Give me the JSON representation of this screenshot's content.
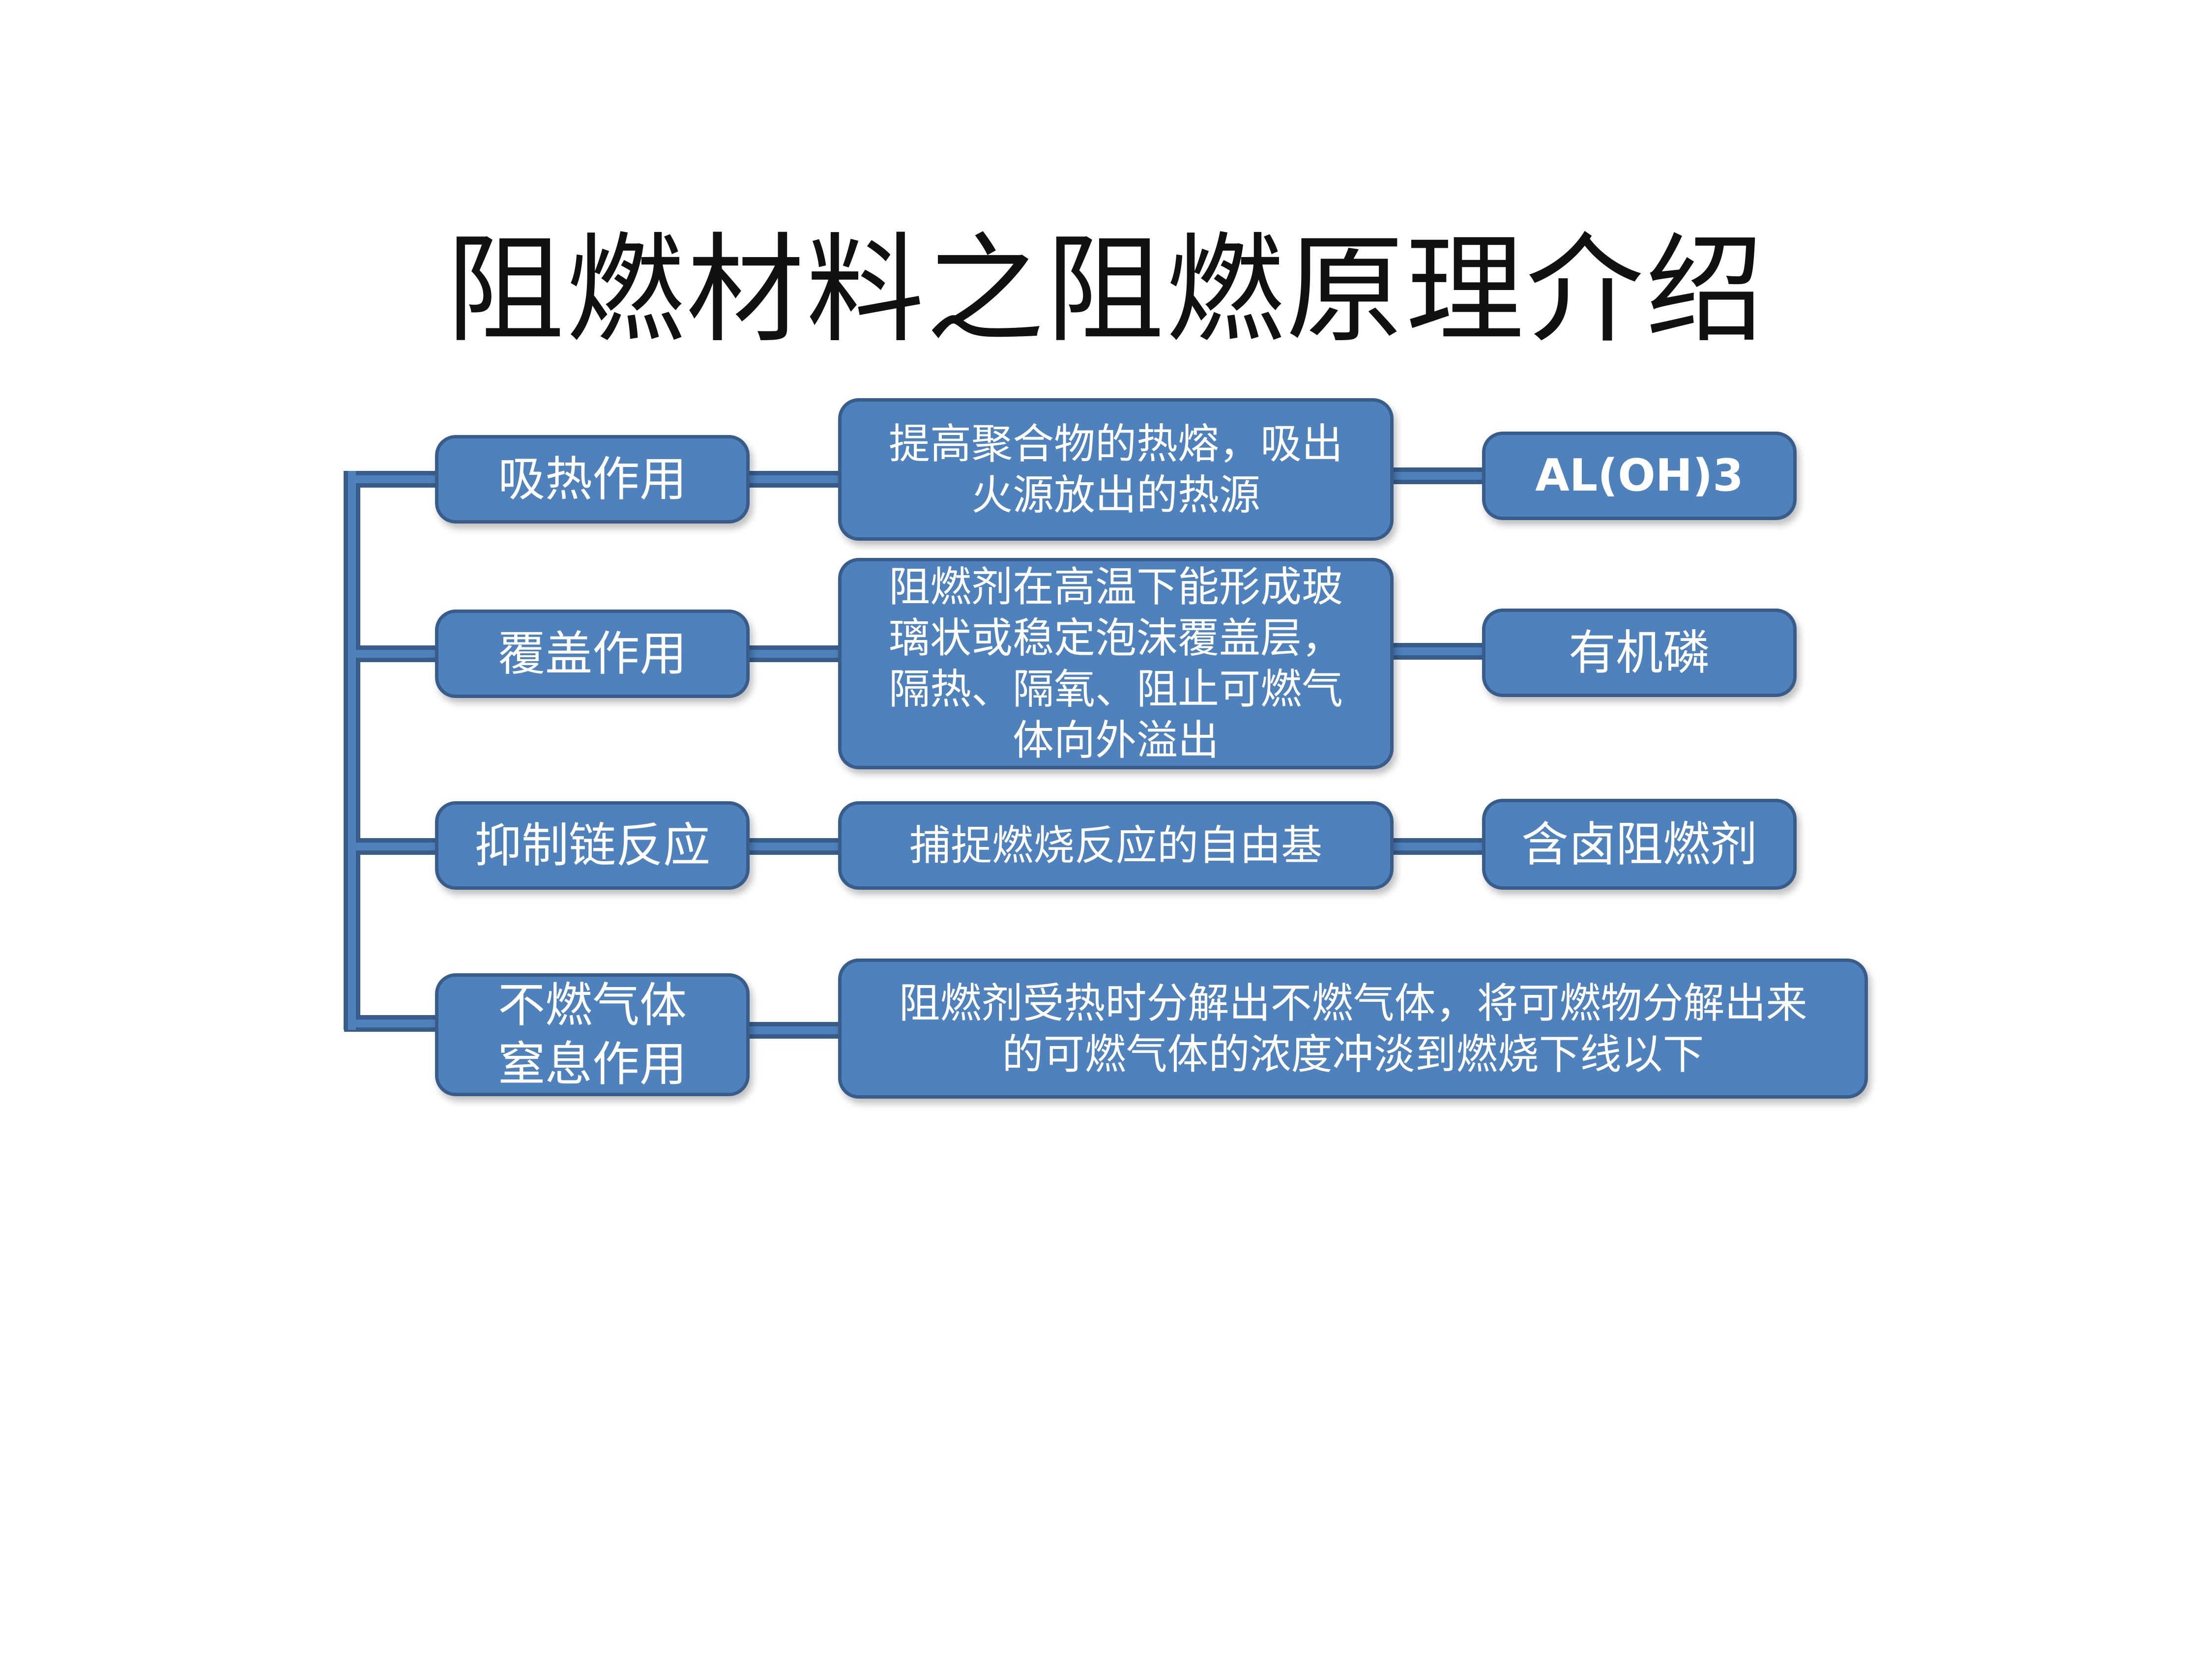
{
  "title": "阻燃材料之阻燃原理介绍",
  "colors": {
    "box_fill": "#4f81bd",
    "box_border": "#385d8a",
    "text": "#ffffff"
  },
  "rows": [
    {
      "category": "吸热作用",
      "description": "提高聚合物的热熔，吸出\n火源放出的热源",
      "example": "AL(OH)3"
    },
    {
      "category": "覆盖作用",
      "description": "阻燃剂在高温下能形成玻\n璃状或稳定泡沫覆盖层，\n隔热、隔氧、阻止可燃气\n体向外溢出",
      "example": "有机磷"
    },
    {
      "category": "抑制链反应",
      "description": "捕捉燃烧反应的自由基",
      "example": "含卤阻燃剂"
    },
    {
      "category": "不燃气体\n窒息作用",
      "description": "阻燃剂受热时分解出不燃气体，将可燃物分解出来\n的可燃气体的浓度冲淡到燃烧下线以下"
    }
  ]
}
